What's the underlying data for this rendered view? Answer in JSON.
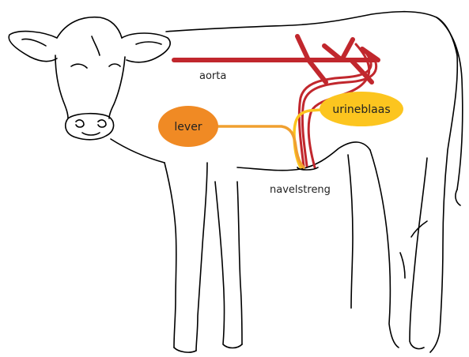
{
  "labels": {
    "aorta": "aorta",
    "lever": "lever",
    "urineblaas": "urineblaas",
    "navelstreng": "navelstreng"
  },
  "colors": {
    "aorta": "#c1272d",
    "lever": "#f08a24",
    "urineblaas": "#fcc51f",
    "outline": "#000000"
  }
}
